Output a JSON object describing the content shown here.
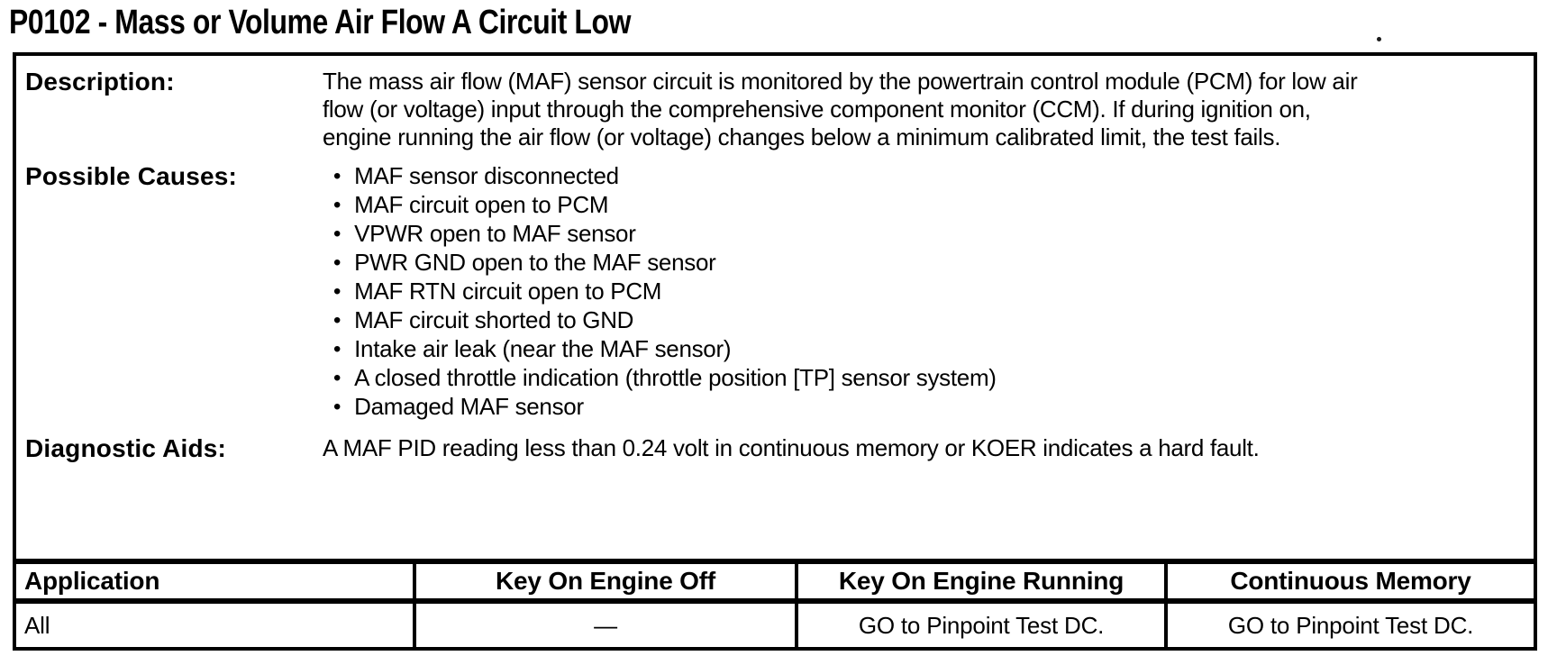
{
  "title": "P0102 - Mass or Volume Air Flow A Circuit Low",
  "info": {
    "description": {
      "label": "Description:",
      "text": "The mass air flow (MAF) sensor circuit is monitored by the powertrain control module (PCM) for low air flow (or voltage) input through the comprehensive component monitor (CCM). If during ignition on, engine running the air flow (or voltage) changes below a minimum calibrated limit, the test fails."
    },
    "possible_causes": {
      "label": "Possible Causes:",
      "items": [
        "MAF sensor disconnected",
        "MAF circuit open to PCM",
        "VPWR open to MAF sensor",
        "PWR GND open to the MAF sensor",
        "MAF RTN circuit open to PCM",
        "MAF circuit shorted to GND",
        "Intake air leak (near the MAF sensor)",
        "A closed throttle indication (throttle position [TP] sensor system)",
        "Damaged MAF sensor"
      ]
    },
    "diagnostic_aids": {
      "label": "Diagnostic Aids:",
      "text": "A MAF PID reading less than 0.24 volt in continuous memory or KOER indicates a hard fault."
    }
  },
  "table": {
    "headers": [
      "Application",
      "Key On Engine Off",
      "Key On Engine Running",
      "Continuous Memory"
    ],
    "rows": [
      [
        "All",
        "—",
        "GO to Pinpoint Test DC.",
        "GO to Pinpoint Test DC."
      ]
    ]
  }
}
